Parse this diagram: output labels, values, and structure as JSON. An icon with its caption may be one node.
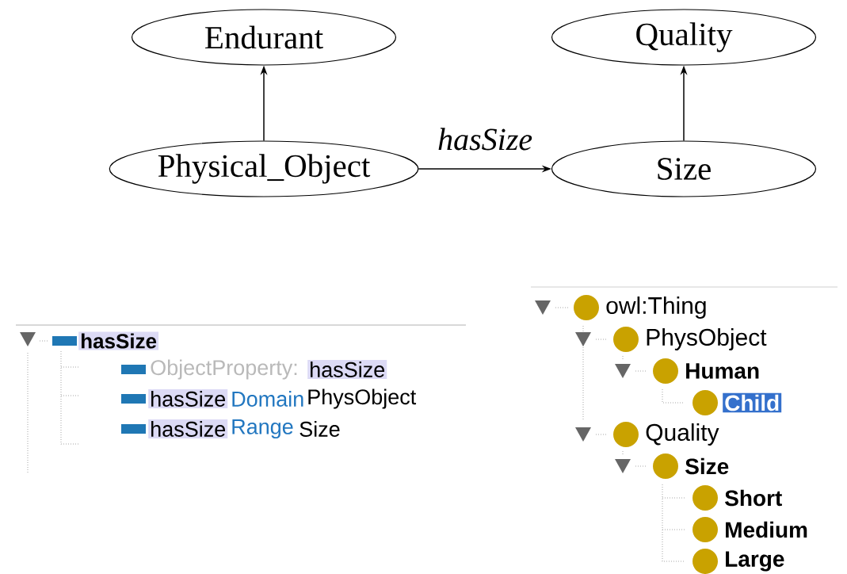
{
  "diagram": {
    "nodes": [
      {
        "text": [
          "Endurant"
        ]
      },
      {
        "text": [
          "Quality"
        ]
      },
      {
        "text": [
          "Physical_Object"
        ]
      },
      {
        "text": [
          "Size"
        ]
      }
    ],
    "edges": [
      {
        "from": 2,
        "to": 0,
        "arrow": "to"
      },
      {
        "from": 3,
        "to": 1,
        "arrow": "to"
      },
      {
        "from": 2,
        "to": 3,
        "arrow": "to",
        "label": "hasSize"
      }
    ],
    "labels": [
      "hasSize",
      "ObjectProperty:",
      "hasSize",
      "hasSize",
      "Domain",
      "PhysObject",
      "hasSize",
      "Range",
      "Size",
      "owl:Thing",
      "PhysObject",
      "Human",
      "Child",
      "Quality",
      "Size",
      "Short",
      "Medium",
      "Large"
    ]
  }
}
